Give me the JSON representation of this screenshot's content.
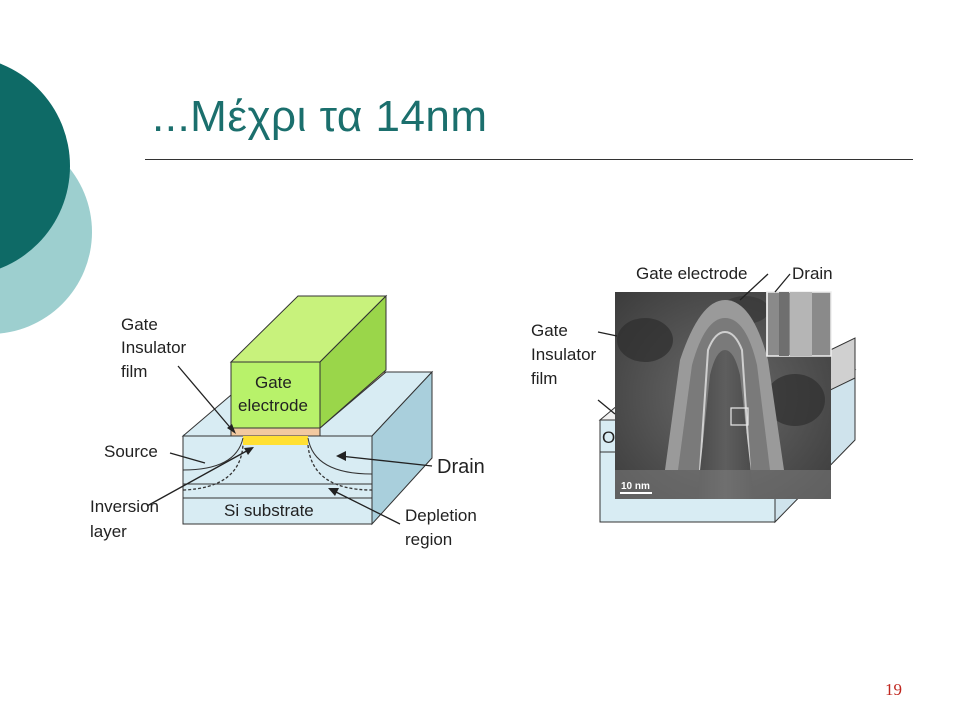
{
  "slide": {
    "title": "...Μέχρι τα 14nm",
    "page_number": "19"
  },
  "planar_diagram": {
    "labels": {
      "gate_insulator": [
        "Gate",
        "Insulator",
        "film"
      ],
      "gate_electrode": [
        "Gate",
        "electrode"
      ],
      "source": "Source",
      "drain": "Drain",
      "inversion": [
        "Inversion",
        "layer"
      ],
      "substrate": "Si substrate",
      "depletion": [
        "Depletion",
        "region"
      ]
    }
  },
  "finfet_diagram": {
    "labels": {
      "gate_electrode": "Gate electrode",
      "drain": "Drain",
      "gate_insulator": [
        "Gate",
        "Insulator",
        "film"
      ],
      "partial_O": "O",
      "scale_bar": "10 nm"
    }
  },
  "colors": {
    "accent_teal_dark": "#0e6a66",
    "accent_teal_light": "#9dcfcf",
    "title": "#1b6f6d",
    "gate_green": "#b8f26a",
    "substrate_blue": "#d8ecf3",
    "page_number": "#c0271f"
  }
}
